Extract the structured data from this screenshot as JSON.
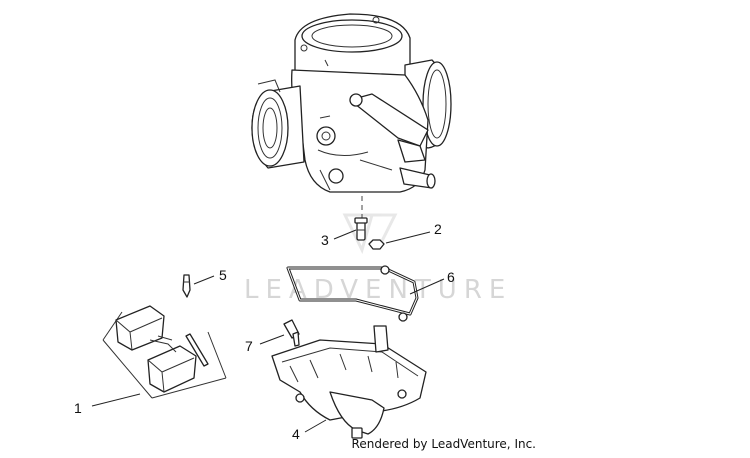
{
  "watermark": {
    "text": "LEADVENTURE"
  },
  "footer": {
    "rendered_by": "Rendered by LeadVenture, Inc."
  },
  "callouts": [
    {
      "id": "1",
      "label": "1"
    },
    {
      "id": "2",
      "label": "2"
    },
    {
      "id": "3",
      "label": "3"
    },
    {
      "id": "4",
      "label": "4"
    },
    {
      "id": "5",
      "label": "5"
    },
    {
      "id": "6",
      "label": "6"
    },
    {
      "id": "7",
      "label": "7"
    }
  ],
  "parts": [
    {
      "callout": "1",
      "icon": "float-assembly-icon"
    },
    {
      "callout": "2",
      "icon": "nut-icon"
    },
    {
      "callout": "3",
      "icon": "jet-icon"
    },
    {
      "callout": "4",
      "icon": "float-bowl-icon"
    },
    {
      "callout": "5",
      "icon": "needle-valve-icon"
    },
    {
      "callout": "6",
      "icon": "gasket-icon"
    },
    {
      "callout": "7",
      "icon": "screw-icon"
    }
  ]
}
